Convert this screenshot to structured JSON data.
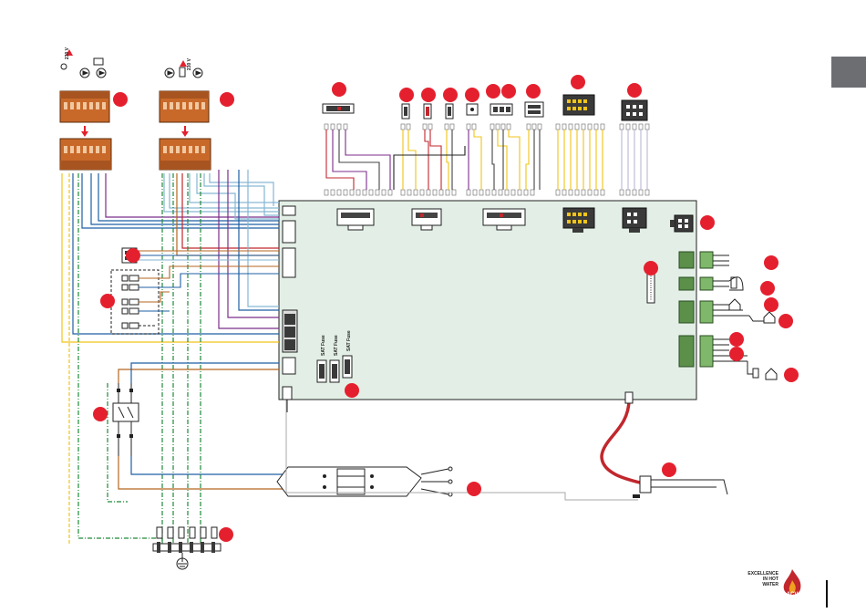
{
  "diagram": {
    "voltage_labels": [
      "230 V",
      "230 V"
    ],
    "fuse_labels": [
      "SAT Fuse",
      "SAT Fuse",
      "SAT Fuse"
    ]
  },
  "branding": {
    "tagline_line1": "EXCELLENCE",
    "tagline_line2": "IN HOT WATER",
    "logo_text": "ACV"
  },
  "colors": {
    "callout": "#e5202e",
    "board": "#e3efe6",
    "terminal": "#c8692a",
    "wire_blue": "#1f5fa3",
    "wire_brown": "#b4661f",
    "wire_yellow": "#f0c419",
    "wire_purple": "#7b2e8a",
    "wire_red": "#c1272d",
    "wire_cyan": "#86b6d3"
  }
}
